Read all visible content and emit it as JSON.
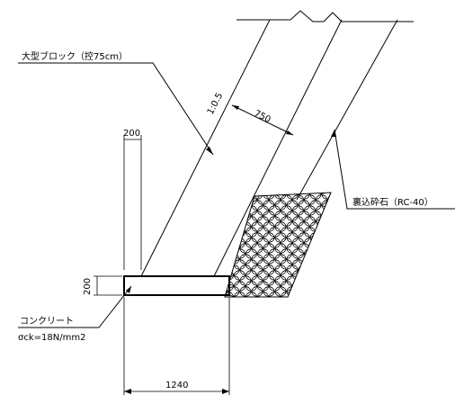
{
  "labels": {
    "block": "大型ブロック（控75cm）",
    "backfill": "裏込砕石（RC-40）",
    "concrete": "コンクリート",
    "strength": "σck=18N/mm2"
  },
  "dims": {
    "slope": "1:0.5",
    "block_thickness": "750",
    "footing_offset": "200",
    "footing_height": "200",
    "footing_width": "1240"
  }
}
